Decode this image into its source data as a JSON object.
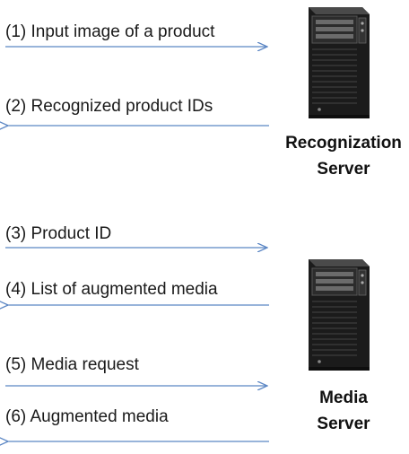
{
  "messages": [
    {
      "label": "(1) Input image of a product",
      "direction": "right"
    },
    {
      "label": "(2) Recognized product IDs",
      "direction": "left"
    },
    {
      "label": "(3) Product ID",
      "direction": "right"
    },
    {
      "label": "(4) List of augmented media",
      "direction": "left"
    },
    {
      "label": "(5) Media request",
      "direction": "right"
    },
    {
      "label": "(6) Augmented media",
      "direction": "left"
    }
  ],
  "servers": [
    {
      "line1": "Recognization",
      "line2": "Server"
    },
    {
      "line1": "Media",
      "line2": "Server"
    }
  ],
  "colors": {
    "arrow": "#5b86c4",
    "text": "#1a1a1a",
    "server_body": "#1b1b1b"
  }
}
